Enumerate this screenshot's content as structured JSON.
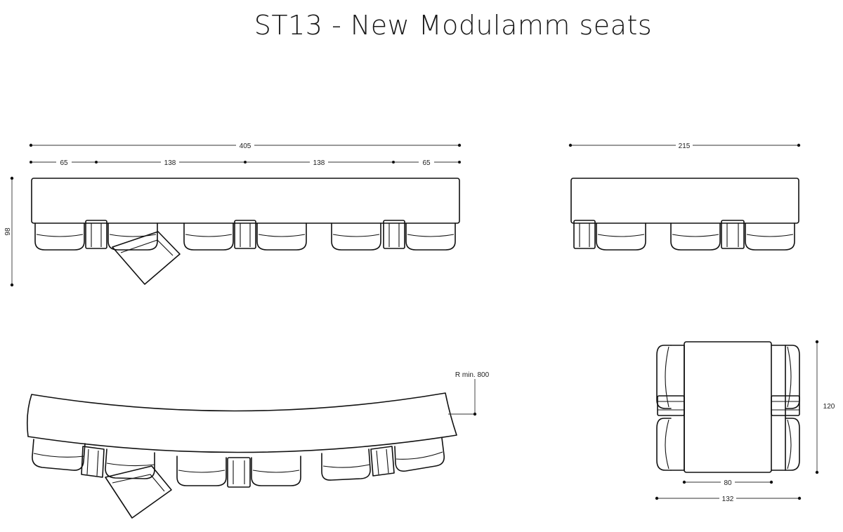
{
  "title": "ST13 - New Modulamm seats",
  "dimensions": {
    "total_width": "405",
    "seat_span_outer": "65",
    "seat_span_inner": "138",
    "side_width": "215",
    "depth": "98",
    "radius": "R min. 800",
    "top_length": "120",
    "top_width": "80",
    "top_total": "132"
  },
  "colors": {
    "line": "#111111",
    "background": "#ffffff"
  }
}
